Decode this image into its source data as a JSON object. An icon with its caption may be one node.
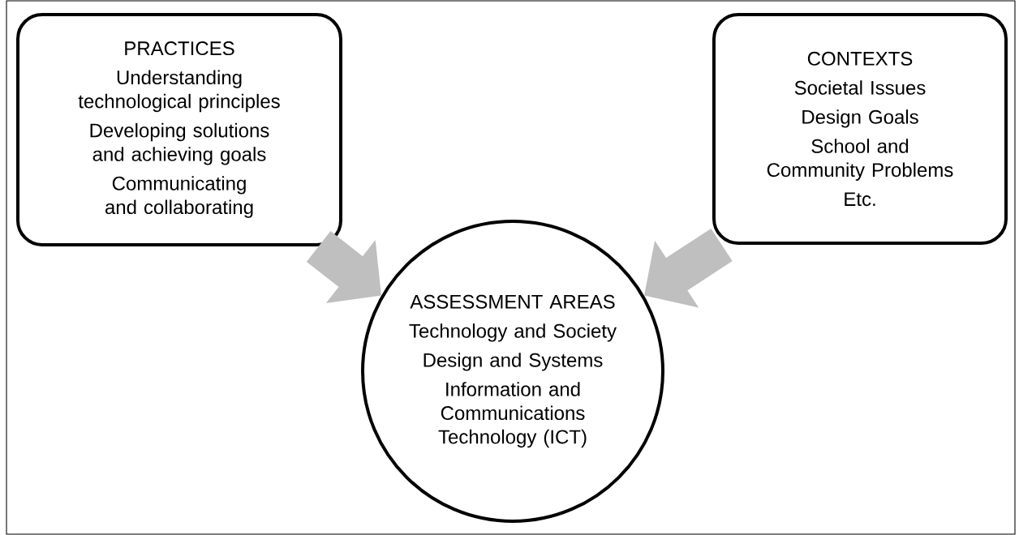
{
  "diagram": {
    "nodes": [
      {
        "text": [
          "PRACTICES",
          "Understanding technological principles",
          "Developing solutions and achieving goals",
          "Communicating and collaborating"
        ]
      },
      {
        "text": [
          "CONTEXTS",
          "Societal Issues",
          "Design Goals",
          "School and Community Problems",
          "Etc."
        ]
      },
      {
        "text": [
          "ASSESSMENT AREAS",
          "Technology and Society",
          "Design and Systems",
          "Information and Communications Technology (ICT)"
        ]
      }
    ],
    "edges": [
      {
        "from": 0,
        "to": 2,
        "arrow": "to"
      },
      {
        "from": 1,
        "to": 2,
        "arrow": "to"
      }
    ]
  }
}
